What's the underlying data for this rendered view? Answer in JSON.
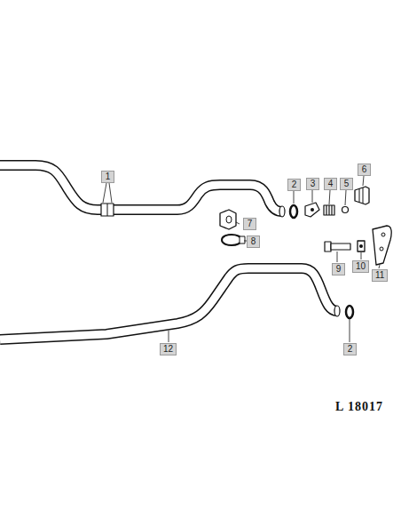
{
  "diagram": {
    "labels": [
      "1",
      "2",
      "3",
      "4",
      "5",
      "6",
      "7",
      "8",
      "9",
      "10",
      "11",
      "12",
      "2",
      "L 18017"
    ]
  }
}
